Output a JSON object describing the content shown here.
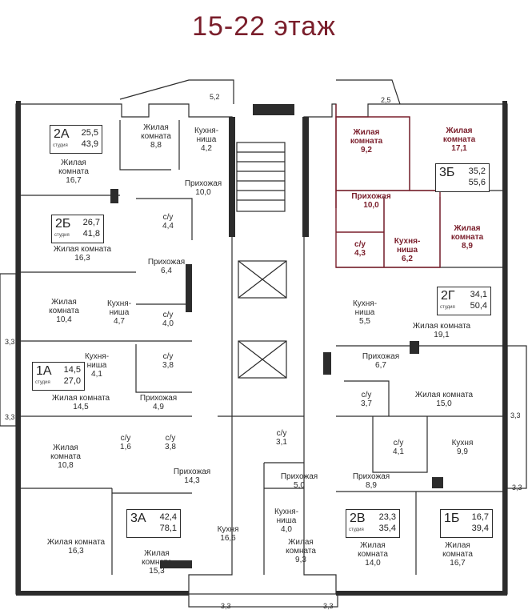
{
  "title": "15-22 этаж",
  "accent": "#7a1e2b",
  "apartments": [
    {
      "code": "2А",
      "sub": "студия",
      "area1": "25,5",
      "area2": "43,9"
    },
    {
      "code": "2Б",
      "sub": "студия",
      "area1": "26,7",
      "area2": "41,8"
    },
    {
      "code": "1А",
      "sub": "студия",
      "area1": "14,5",
      "area2": "27,0"
    },
    {
      "code": "3А",
      "sub": "",
      "area1": "42,4",
      "area2": "78,1"
    },
    {
      "code": "2В",
      "sub": "студия",
      "area1": "23,3",
      "area2": "35,4"
    },
    {
      "code": "1Б",
      "sub": "",
      "area1": "16,7",
      "area2": "39,4"
    },
    {
      "code": "2Г",
      "sub": "студия",
      "area1": "34,1",
      "area2": "50,4"
    },
    {
      "code": "3Б",
      "sub": "",
      "area1": "35,2",
      "area2": "55,6"
    }
  ],
  "rooms": [
    {
      "text": "Жилая\nкомната\n8,8"
    },
    {
      "text": "Кухня-\nниша\n4,2"
    },
    {
      "text": "Жилая\nкомната\n16,7"
    },
    {
      "text": "Прихожая\n10,0"
    },
    {
      "text": "с/у\n4,4"
    },
    {
      "text": "Жилая комната\n16,3"
    },
    {
      "text": "Прихожая\n6,4"
    },
    {
      "text": "Жилая\nкомната\n10,4"
    },
    {
      "text": "Кухня-\nниша\n4,7"
    },
    {
      "text": "с/у\n4,0"
    },
    {
      "text": "Кухня-\nниша\n4,1"
    },
    {
      "text": "с/у\n3,8"
    },
    {
      "text": "Жилая комната\n14,5"
    },
    {
      "text": "Прихожая\n4,9"
    },
    {
      "text": "Жилая\nкомната\n10,8"
    },
    {
      "text": "с/у\n1,6"
    },
    {
      "text": "с/у\n3,8"
    },
    {
      "text": "Прихожая\n14,3"
    },
    {
      "text": "с/у\n3,1"
    },
    {
      "text": "Прихожая\n5,0"
    },
    {
      "text": "Жилая комната\n16,3"
    },
    {
      "text": "Жилая\nкомната\n15,3"
    },
    {
      "text": "Кухня\n16,6"
    },
    {
      "text": "Кухня-\nниша\n4,0"
    },
    {
      "text": "Жилая\nкомната\n9,3"
    },
    {
      "text": "Жилая\nкомната\n14,0"
    },
    {
      "text": "Жилая\nкомната\n16,7"
    },
    {
      "text": "Прихожая\n8,9"
    },
    {
      "text": "с/у\n4,1"
    },
    {
      "text": "Кухня\n9,9"
    },
    {
      "text": "с/у\n3,7"
    },
    {
      "text": "Жилая комната\n15,0"
    },
    {
      "text": "Прихожая\n6,7"
    },
    {
      "text": "Кухня-\nниша\n5,5"
    },
    {
      "text": "Жилая комната\n19,1"
    },
    {
      "text": "Жилая\nкомната\n9,2"
    },
    {
      "text": "Жилая\nкомната\n17,1"
    },
    {
      "text": "Прихожая\n10,0"
    },
    {
      "text": "с/у\n4,3"
    },
    {
      "text": "Кухня-\nниша\n6,2"
    },
    {
      "text": "Жилая\nкомната\n8,9"
    }
  ],
  "dimensions": [
    "5,2",
    "2,5",
    "3,3",
    "3,3",
    "3,3",
    "3,3",
    "3,3",
    "3,3"
  ]
}
